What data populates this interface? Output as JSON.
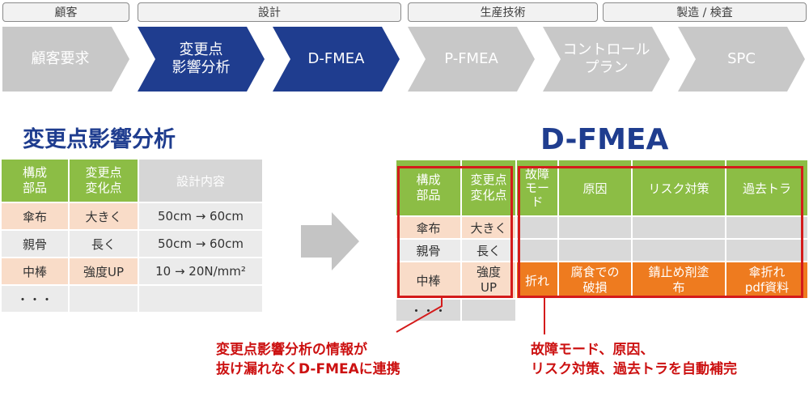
{
  "phases": [
    "顧客",
    "設計",
    "生産技術",
    "製造 / 検査"
  ],
  "process_steps": [
    {
      "label": "顧客要求",
      "active": false
    },
    {
      "label": "変更点\n影響分析",
      "active": true
    },
    {
      "label": "D-FMEA",
      "active": true
    },
    {
      "label": "P-FMEA",
      "active": false
    },
    {
      "label": "コントロール\nプラン",
      "active": false
    },
    {
      "label": "SPC",
      "active": false
    }
  ],
  "left_title": "変更点影響分析",
  "left_table": {
    "headers": [
      "構成\n部品",
      "変更点\n変化点",
      "設計内容"
    ],
    "rows": [
      [
        "傘布",
        "大きく",
        "50cm → 60cm"
      ],
      [
        "親骨",
        "長く",
        "50cm → 60cm"
      ],
      [
        "中棒",
        "強度UP",
        "10 → 20N/mm²"
      ],
      [
        "・・・",
        "",
        ""
      ]
    ]
  },
  "right_title": "D-FMEA",
  "right_table": {
    "headers": [
      "構成\n部品",
      "変更点\n変化点",
      "故障\nモー\nド",
      "原因",
      "リスク対策",
      "過去トラ"
    ],
    "rows": [
      [
        "傘布",
        "大きく",
        "",
        "",
        "",
        ""
      ],
      [
        "親骨",
        "長く",
        "",
        "",
        "",
        ""
      ],
      [
        "中棒",
        "強度\nUP",
        "折れ",
        "腐食での\n破損",
        "錆止め剤塗\n布",
        "傘折れ\npdf資料"
      ],
      [
        "・・・",
        "",
        "",
        "",
        "",
        ""
      ]
    ]
  },
  "notes": {
    "left": "変更点影響分析の情報が\n抜け漏れなくD-FMEAに連携",
    "right": "故障モード、原因、\nリスク対策、過去トラを自動補完"
  },
  "colors": {
    "blue": "#1f3d8f",
    "green": "#8cbd45",
    "orange": "#ee7b1f",
    "peach": "#f9dcc8",
    "red": "#d41b1b"
  }
}
